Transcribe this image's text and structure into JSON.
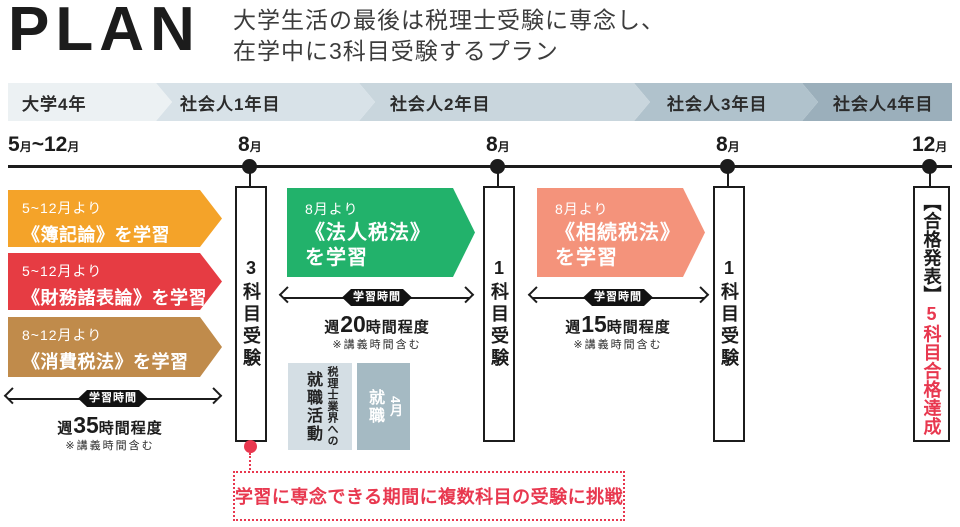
{
  "header": {
    "title": "PLAN",
    "subtitle_line1": "大学生活の最後は税理士受験に専念し、",
    "subtitle_line2": "在学中に3科目受験するプラン"
  },
  "timeline": {
    "segments": [
      {
        "label": "大学4年",
        "color": "#ECF1F3"
      },
      {
        "label": "社会人1年目",
        "color": "#D8E2E8"
      },
      {
        "label": "社会人2年目",
        "color": "#C9D6DD"
      },
      {
        "label": "社会人3年目",
        "color": "#B0C2CC"
      },
      {
        "label": "社会人4年目",
        "color": "#9BAFBB"
      }
    ],
    "months": [
      {
        "num": "5",
        "unit": "月",
        "tilde": "~",
        "num2": "12",
        "unit2": "月"
      },
      {
        "num": "8",
        "unit": "月"
      },
      {
        "num": "8",
        "unit": "月"
      },
      {
        "num": "8",
        "unit": "月"
      },
      {
        "num": "12",
        "unit": "月"
      }
    ]
  },
  "study_tracks": [
    {
      "period": "5~12月より",
      "subject": "《簿記論》を学習",
      "color": "#F4A329"
    },
    {
      "period": "5~12月より",
      "subject": "《財務諸表論》を学習",
      "color": "#E63C43"
    },
    {
      "period": "8~12月より",
      "subject": "《消費税法》を学習",
      "color": "#C08B4B"
    },
    {
      "period": "8月より",
      "subject": "《法人税法》",
      "subject2": "を学習",
      "color": "#22B26B"
    },
    {
      "period": "8月より",
      "subject": "《相続税法》",
      "subject2": "を学習",
      "color": "#F4937B"
    }
  ],
  "study_time": [
    {
      "badge": "学習時間",
      "prefix": "週",
      "hours": "35",
      "suffix": "時間程度",
      "note": "※講義時間含む"
    },
    {
      "badge": "学習時間",
      "prefix": "週",
      "hours": "20",
      "suffix": "時間程度",
      "note": "※講義時間含む"
    },
    {
      "badge": "学習時間",
      "prefix": "週",
      "hours": "15",
      "suffix": "時間程度",
      "note": "※講義時間含む"
    }
  ],
  "exam_boxes": [
    {
      "num": "3",
      "label": "科目受験"
    },
    {
      "num": "1",
      "label": "科目受験"
    },
    {
      "num": "1",
      "label": "科目受験"
    }
  ],
  "result_box": {
    "announcement": "【合格発表】",
    "achievement_num": "5",
    "achievement": "科目合格達成",
    "accent_color": "#E8384F"
  },
  "job_boxes": [
    {
      "small": "税理士業界への",
      "large": "就職活動"
    },
    {
      "small": "4月",
      "large": "就職"
    }
  ],
  "callout": {
    "text": "学習に専念できる期間に複数科目の受験に挑戦",
    "color": "#E8384F"
  }
}
